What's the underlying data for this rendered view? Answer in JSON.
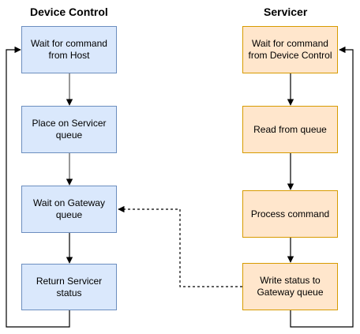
{
  "headings": {
    "left": "Device Control",
    "right": "Servicer"
  },
  "colors": {
    "blue_fill": "#dae8fc",
    "blue_stroke": "#6c8ebf",
    "orange_fill": "#ffe6cc",
    "orange_stroke": "#d79b00",
    "edge": "#000000"
  },
  "device_control": [
    {
      "label": "Wait for command\nfrom Host"
    },
    {
      "label": "Place on Servicer\nqueue"
    },
    {
      "label": "Wait on Gateway\nqueue"
    },
    {
      "label": "Return Servicer\nstatus"
    }
  ],
  "servicer": [
    {
      "label": "Wait for command\nfrom Device Control"
    },
    {
      "label": "Read from queue"
    },
    {
      "label": "Process command"
    },
    {
      "label": "Write status to\nGateway queue"
    }
  ],
  "edges": [
    {
      "from": "Wait for command from Host",
      "to": "Place on Servicer queue",
      "style": "solid"
    },
    {
      "from": "Place on Servicer queue",
      "to": "Wait on Gateway queue",
      "style": "solid"
    },
    {
      "from": "Wait on Gateway queue",
      "to": "Return Servicer status",
      "style": "solid"
    },
    {
      "from": "Return Servicer status",
      "to": "Wait for command from Host",
      "style": "solid"
    },
    {
      "from": "Wait for command from Device Control",
      "to": "Read from queue",
      "style": "solid"
    },
    {
      "from": "Read from queue",
      "to": "Process command",
      "style": "solid"
    },
    {
      "from": "Process command",
      "to": "Write status to Gateway queue",
      "style": "solid"
    },
    {
      "from": "Write status to Gateway queue",
      "to": "Wait for command from Device Control",
      "style": "solid"
    },
    {
      "from": "Write status to Gateway queue",
      "to": "Wait on Gateway queue",
      "style": "dashed"
    }
  ]
}
